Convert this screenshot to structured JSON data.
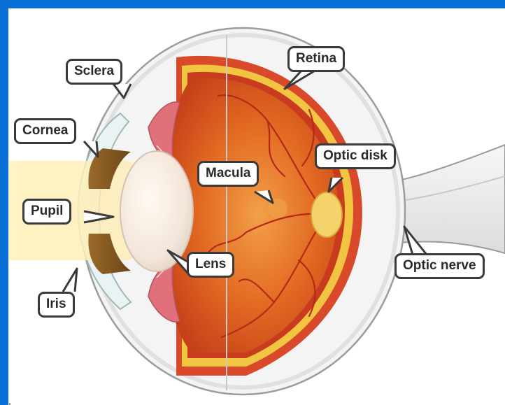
{
  "labels": {
    "sclera": "Sclera",
    "retina": "Retina",
    "cornea": "Cornea",
    "optic_disk": "Optic disk",
    "macula": "Macula",
    "pupil": "Pupil",
    "lens": "Lens",
    "optic_nerve": "Optic nerve",
    "iris": "Iris"
  },
  "stray_mark": ","
}
